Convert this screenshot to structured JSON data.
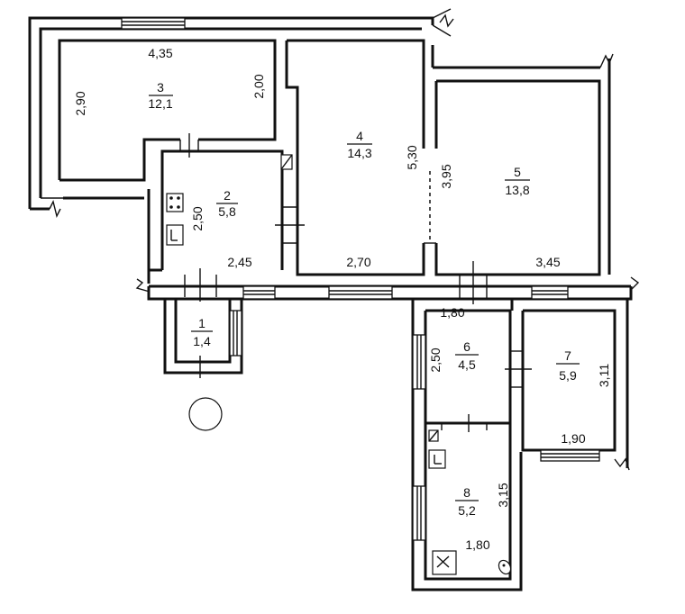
{
  "rooms": [
    {
      "number": "1",
      "area": "1,4"
    },
    {
      "number": "2",
      "area": "5,8"
    },
    {
      "number": "3",
      "area": "12,1"
    },
    {
      "number": "4",
      "area": "14,3"
    },
    {
      "number": "5",
      "area": "13,8"
    },
    {
      "number": "6",
      "area": "4,5"
    },
    {
      "number": "7",
      "area": "5,9"
    },
    {
      "number": "8",
      "area": "5,2"
    }
  ],
  "dimensions": {
    "r3_top": "4,35",
    "r3_left": "2,90",
    "r3_right": "2,00",
    "r2_height": "2,50",
    "r2_width": "2,45",
    "r4_width": "2,70",
    "r4_height": "5,30",
    "r5_height": "3,95",
    "r5_width": "3,45",
    "r6_width": "1,80",
    "r6_height": "2,50",
    "r7_height": "3,11",
    "r7_width": "1,90",
    "r8_height": "3,15",
    "r8_width": "1,80"
  }
}
